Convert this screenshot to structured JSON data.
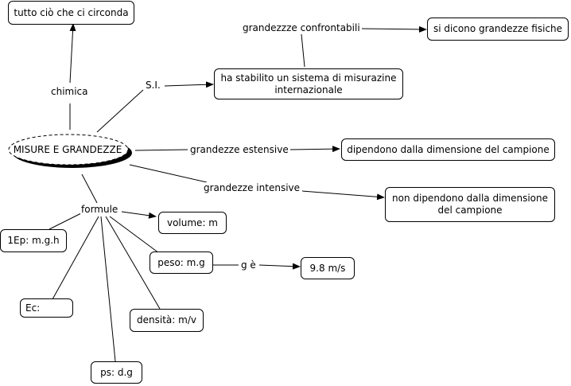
{
  "center": {
    "label": "MISURE E GRANDEZZE"
  },
  "nodes": {
    "surroundings": "tutto ciò che ci circonda",
    "si_system": "ha stabilito un sistema di misurazine internazionale",
    "physical_quantities": "si dicono grandezze fisiche",
    "extensive_def": "dipendono dalla dimensione del campione",
    "intensive_def": "non dipendono dalla dimensione del campione",
    "volume": "volume: m",
    "potential_energy": "1Ep: m.g.h",
    "weight": "peso: m.g",
    "gravity_value": "9.8 m/s",
    "kinetic_energy": "Ec:",
    "density": "densità: m/v",
    "specific_weight": "ps: d.g"
  },
  "links": {
    "chimica": "chimica",
    "si": "S.I.",
    "comparable": "grandezzze confrontabili",
    "extensive": "grandezze estensive",
    "intensive": "grandezze intensive",
    "formulas": "formule",
    "g_is": "g è"
  }
}
